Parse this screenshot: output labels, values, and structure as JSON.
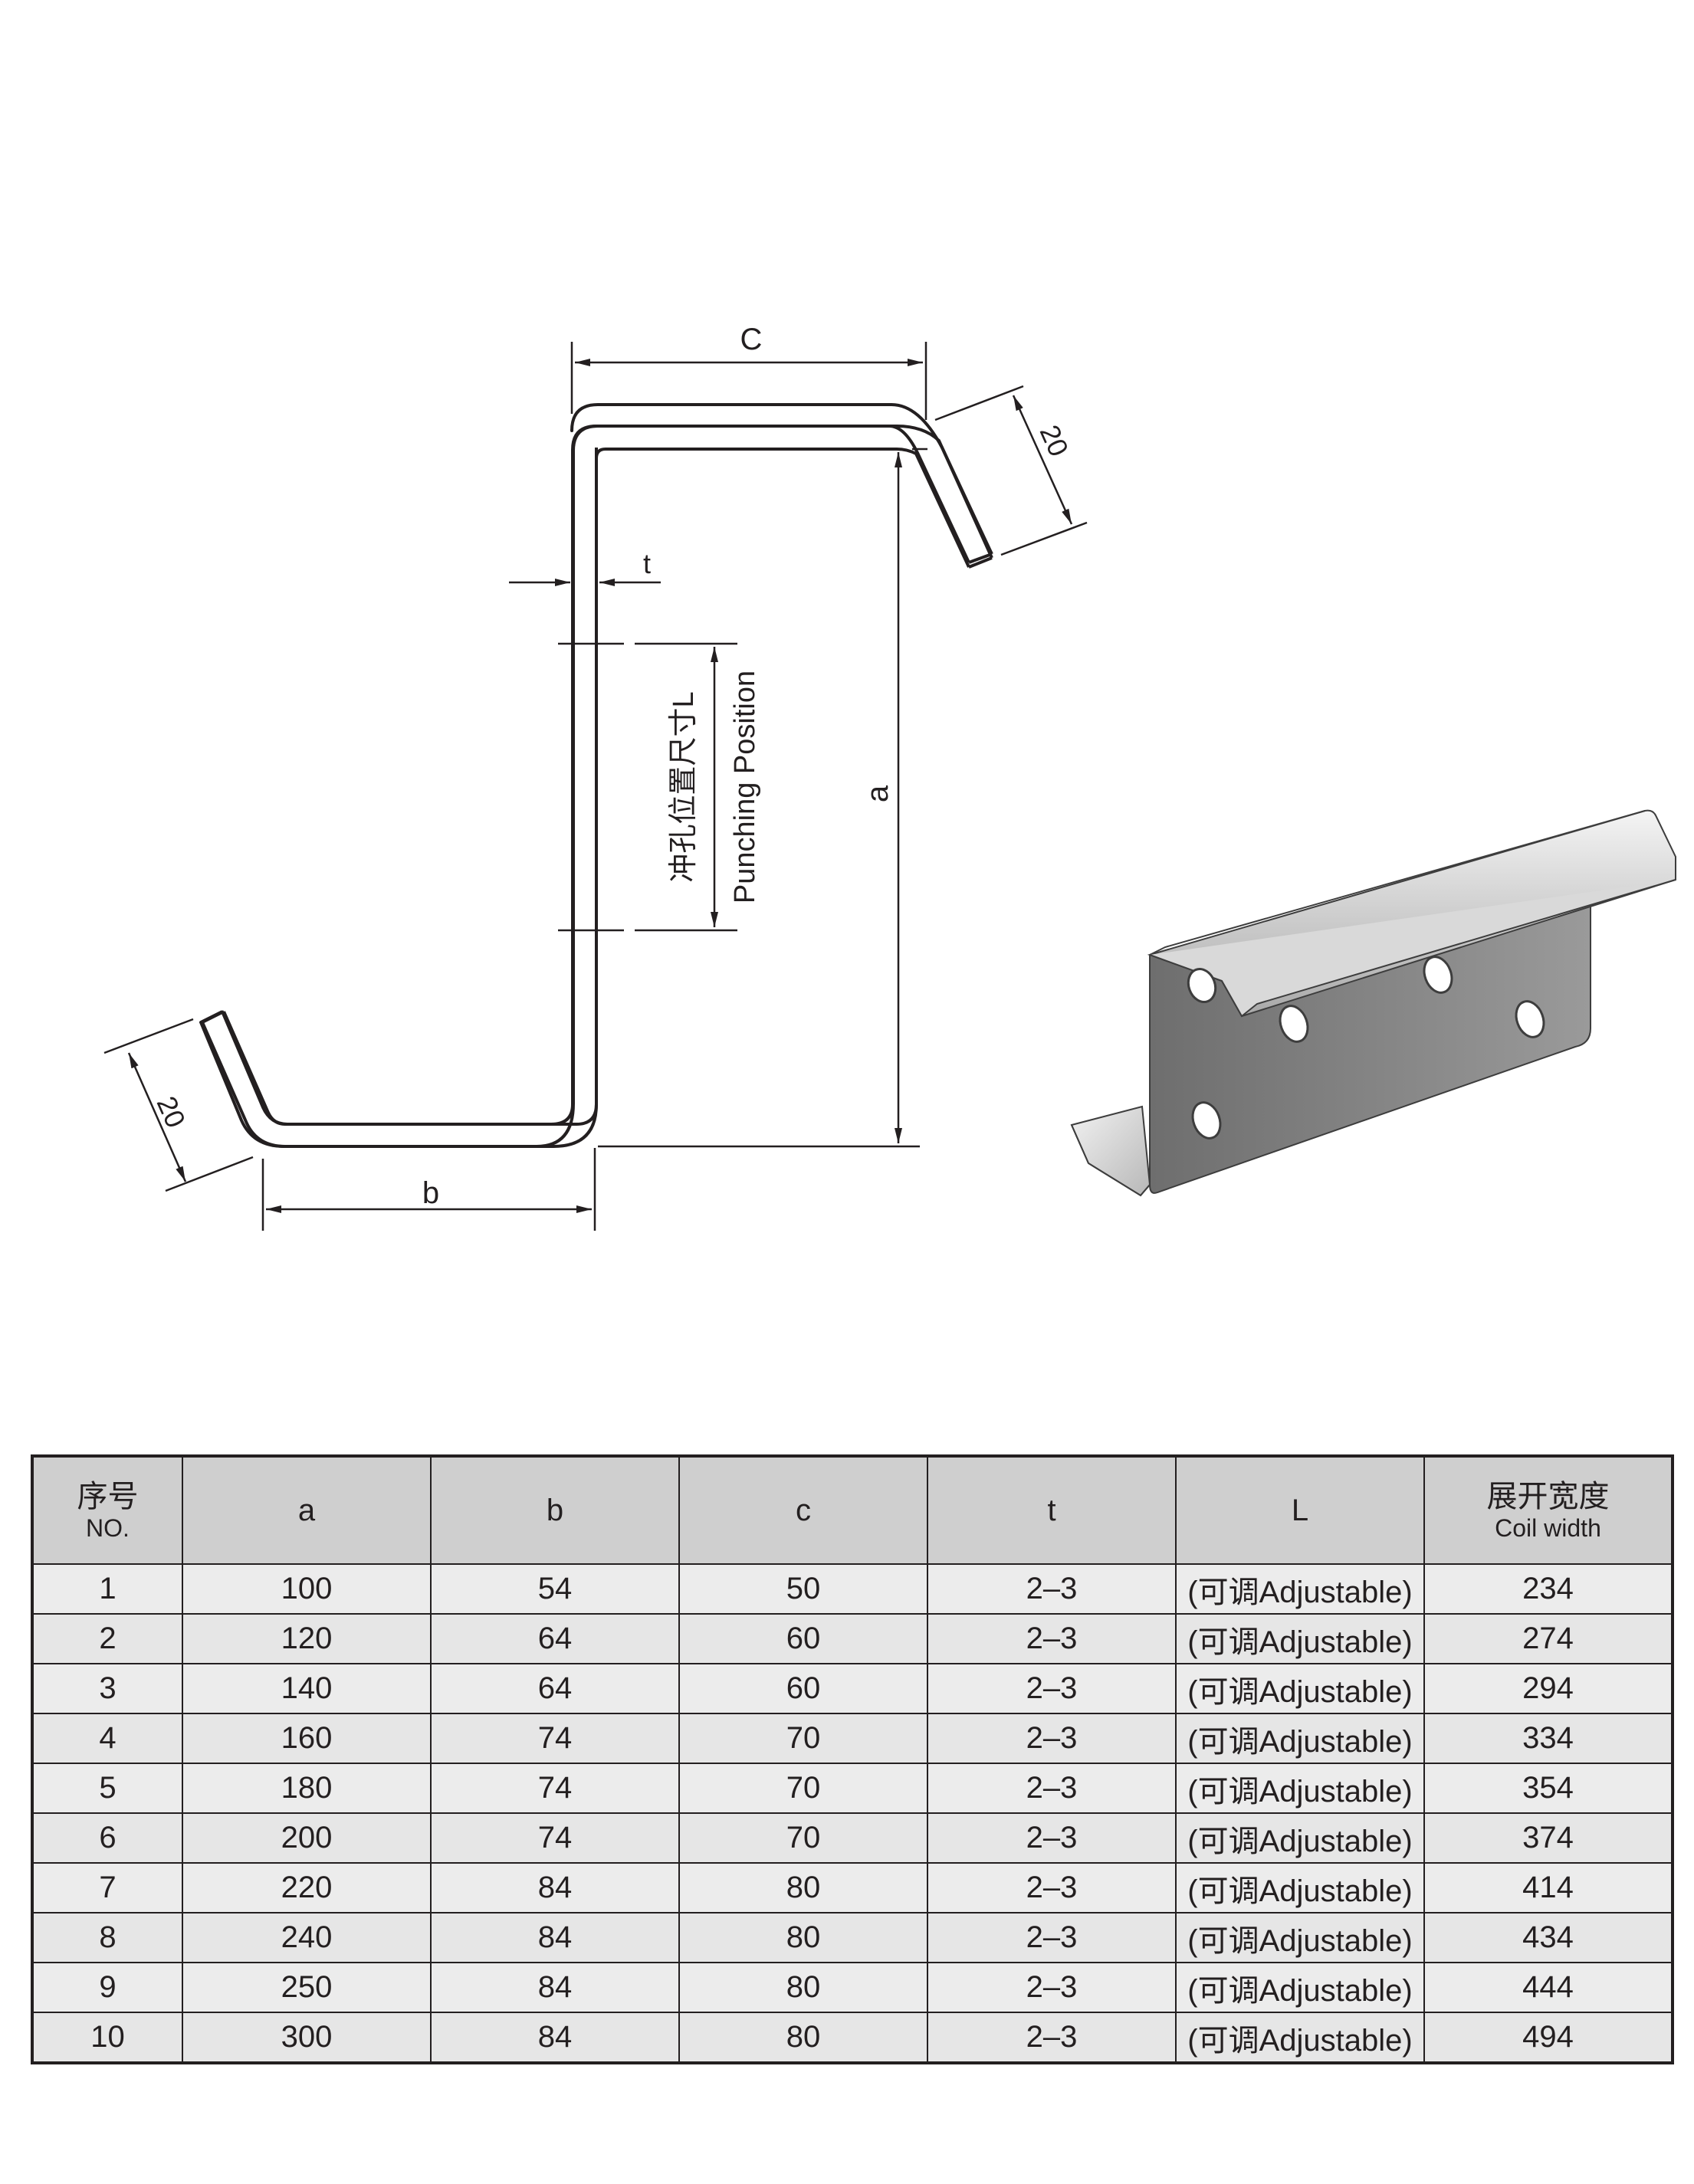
{
  "labels": {
    "c": "C",
    "b": "b",
    "a": "a",
    "t": "t",
    "lip_top": "20",
    "lip_bottom": "20",
    "punching_zh": "冲孔位置尺寸L",
    "punching_en": "Punching Position"
  },
  "table": {
    "headers": [
      {
        "zh": "序号",
        "en": "NO."
      },
      {
        "zh": "a",
        "en": ""
      },
      {
        "zh": "b",
        "en": ""
      },
      {
        "zh": "c",
        "en": ""
      },
      {
        "zh": "t",
        "en": ""
      },
      {
        "zh": "L",
        "en": ""
      },
      {
        "zh": "展开宽度",
        "en": "Coil width"
      }
    ],
    "rows": [
      [
        "1",
        "100",
        "54",
        "50",
        "2–3",
        "(可调Adjustable)",
        "234"
      ],
      [
        "2",
        "120",
        "64",
        "60",
        "2–3",
        "(可调Adjustable)",
        "274"
      ],
      [
        "3",
        "140",
        "64",
        "60",
        "2–3",
        "(可调Adjustable)",
        "294"
      ],
      [
        "4",
        "160",
        "74",
        "70",
        "2–3",
        "(可调Adjustable)",
        "334"
      ],
      [
        "5",
        "180",
        "74",
        "70",
        "2–3",
        "(可调Adjustable)",
        "354"
      ],
      [
        "6",
        "200",
        "74",
        "70",
        "2–3",
        "(可调Adjustable)",
        "374"
      ],
      [
        "7",
        "220",
        "84",
        "80",
        "2–3",
        "(可调Adjustable)",
        "414"
      ],
      [
        "8",
        "240",
        "84",
        "80",
        "2–3",
        "(可调Adjustable)",
        "434"
      ],
      [
        "9",
        "250",
        "84",
        "80",
        "2–3",
        "(可调Adjustable)",
        "444"
      ],
      [
        "10",
        "300",
        "84",
        "80",
        "2–3",
        "(可调Adjustable)",
        "494"
      ]
    ]
  }
}
